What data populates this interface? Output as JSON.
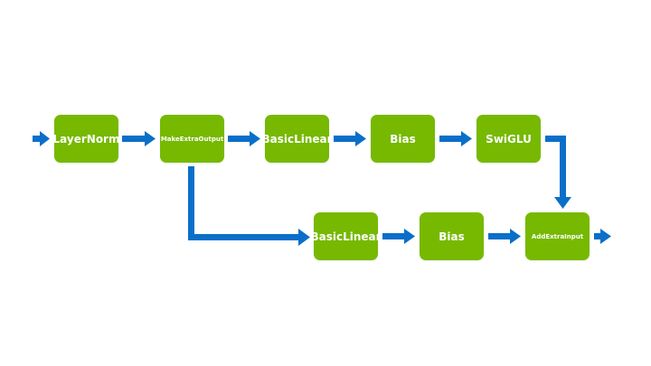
{
  "colors": {
    "node_fill": "#76b900",
    "arrow": "#0a6fc9",
    "background": "#ffffff",
    "text": "#ffffff"
  },
  "nodes": {
    "layernorm": "LayerNorm",
    "make_extra_output": "MakeExtraOutput",
    "basic_linear_1": "BasicLinear",
    "bias_1": "Bias",
    "swiglu": "SwiGLU",
    "basic_linear_2": "BasicLinear",
    "bias_2": "Bias",
    "add_extra_input": "AddExtraInput"
  }
}
